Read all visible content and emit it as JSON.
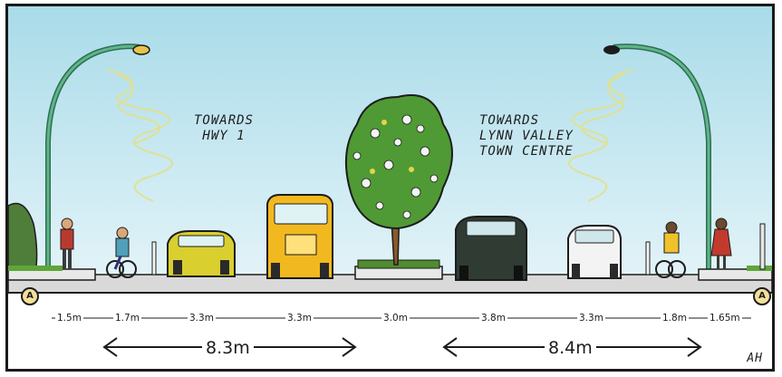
{
  "labels": {
    "left_direction": [
      "TOWARDS",
      "HWY 1"
    ],
    "right_direction": [
      "TOWARDS",
      "LYNN VALLEY",
      "TOWN CENTRE"
    ],
    "marker_left": "A",
    "marker_right": "A",
    "signature": "AH"
  },
  "dimensions": [
    "1.5m",
    "1.7m",
    "3.3m",
    "3.3m",
    "3.0m",
    "3.8m",
    "3.3m",
    "1.8m",
    "1.65m"
  ],
  "totals": {
    "left": "8.3m",
    "right": "8.4m"
  },
  "colors": {
    "sky": "#bfe4ef",
    "road": "#d9d9d9",
    "grass": "#5fa63a",
    "pole": "#3f8f6a",
    "bus": "#f2b81f",
    "yellow_car": "#d9cf2e",
    "dark_car": "#2f3b33",
    "white_car": "#f3f3f3"
  }
}
